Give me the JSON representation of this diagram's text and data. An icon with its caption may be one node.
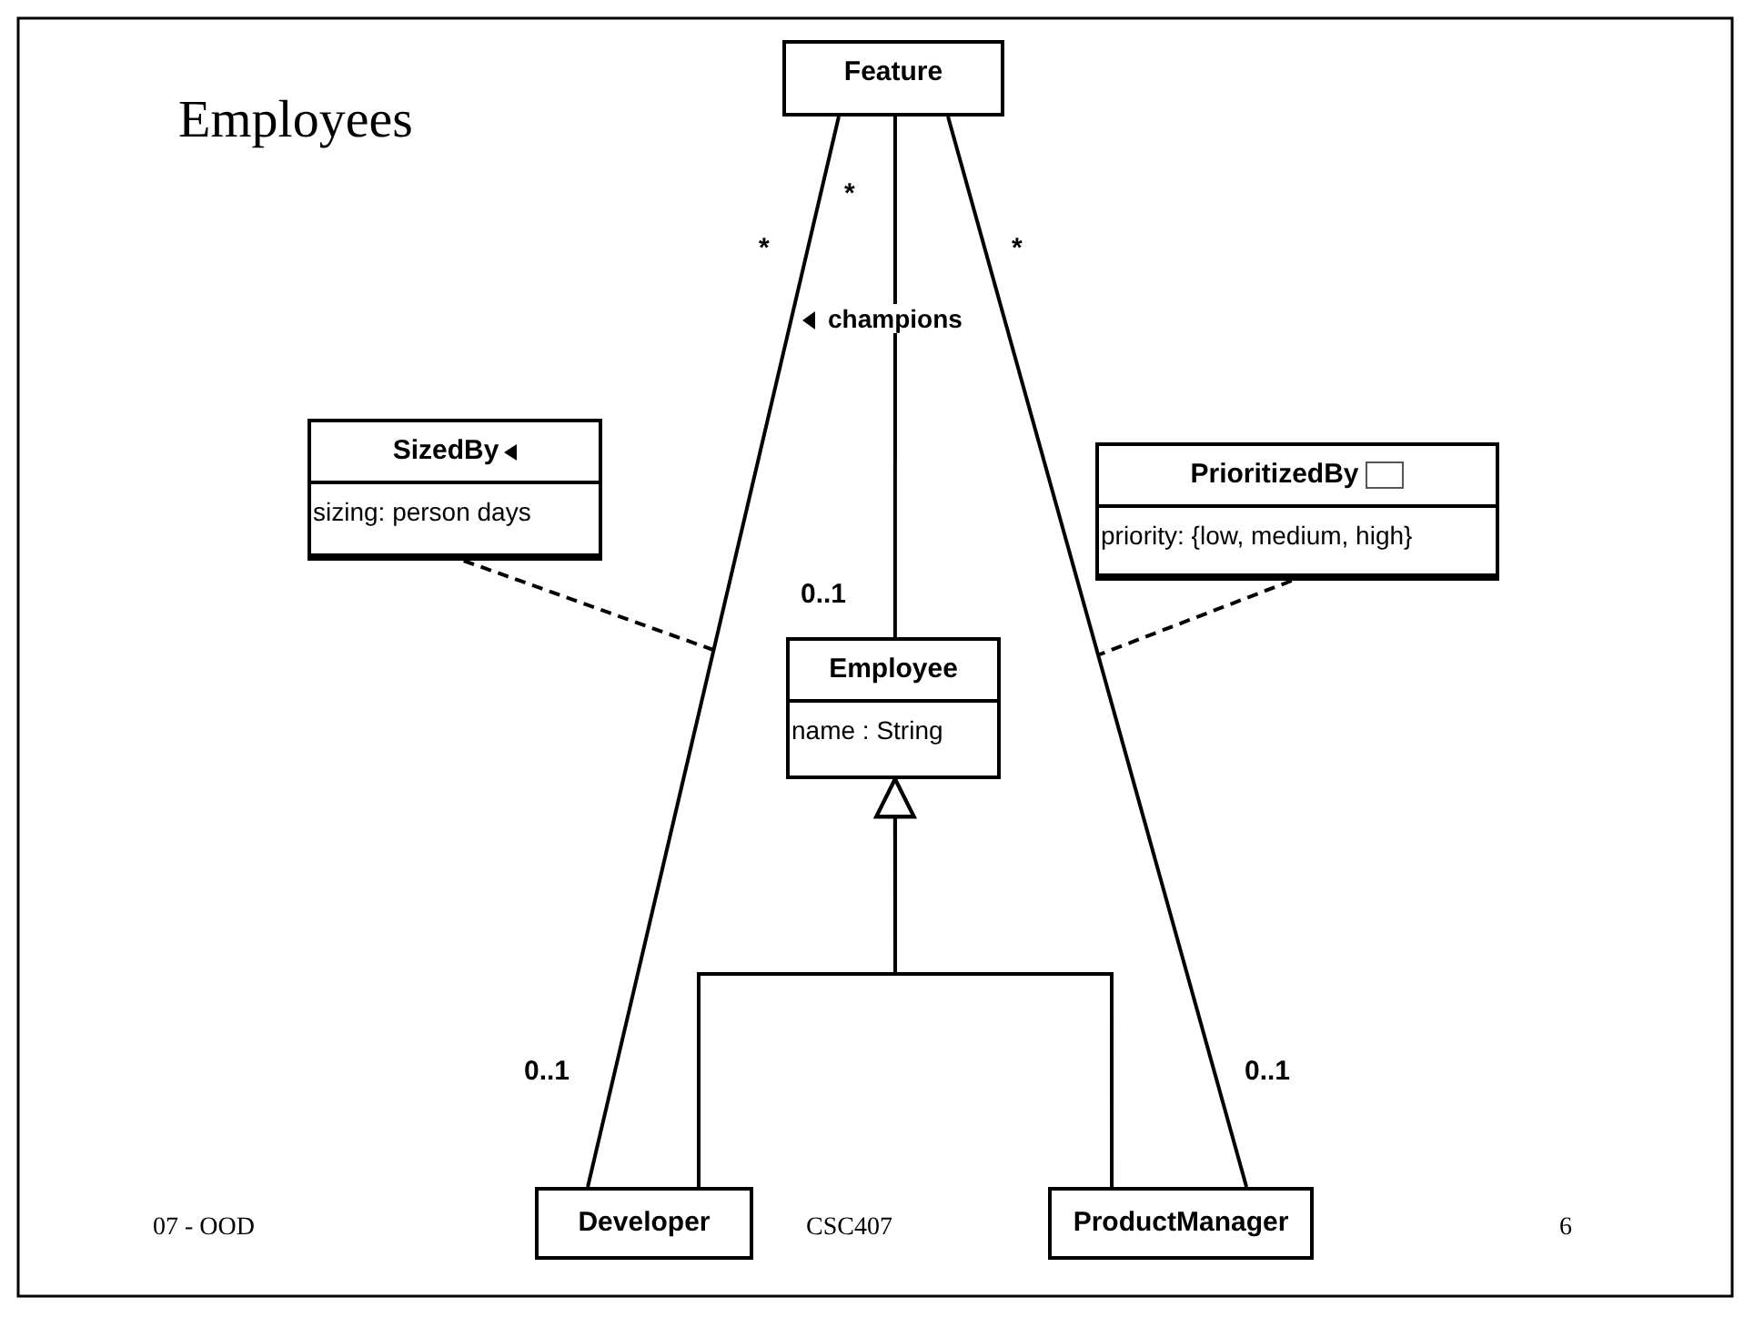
{
  "diagram": {
    "title": "Employees",
    "nodes": [
      {
        "text": [
          "Feature"
        ]
      },
      {
        "text": [
          "SizedBy",
          "sizing: person days"
        ]
      },
      {
        "text": [
          "PrioritizedBy",
          "priority: {low, medium, high}"
        ]
      },
      {
        "text": [
          "Employee",
          "name : String"
        ]
      },
      {
        "text": [
          "Developer"
        ]
      },
      {
        "text": [
          "ProductManager"
        ]
      }
    ],
    "edges": [
      {
        "from": 0,
        "to": 3,
        "arrow": "none",
        "label": "champions"
      },
      {
        "from": 0,
        "to": 4,
        "arrow": "none"
      },
      {
        "from": 0,
        "to": 5,
        "arrow": "none"
      },
      {
        "from": 1,
        "to": null,
        "arrow": "none",
        "style": "dashed"
      },
      {
        "from": 2,
        "to": null,
        "arrow": "none",
        "style": "dashed"
      },
      {
        "from": 4,
        "to": 3,
        "arrow": "to"
      },
      {
        "from": 5,
        "to": 3,
        "arrow": "to"
      }
    ],
    "labels": [
      "*",
      "*",
      "*",
      "0..1",
      "0..1",
      "0..1",
      "07 - OOD",
      "CSC407",
      "6"
    ]
  }
}
